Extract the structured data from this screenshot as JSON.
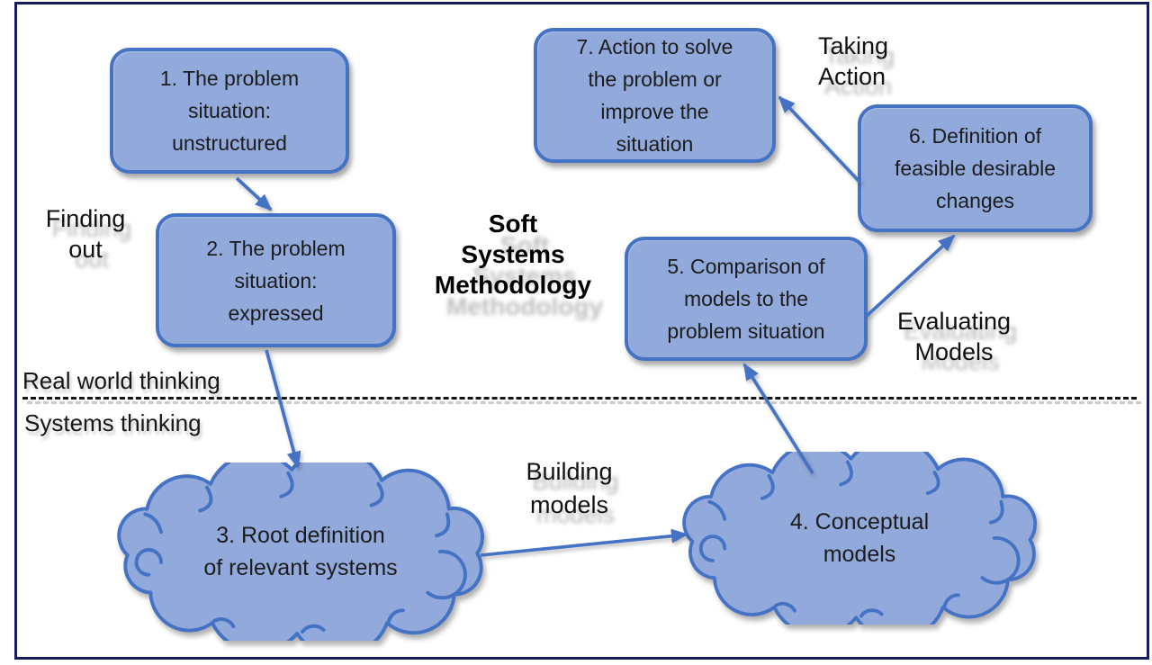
{
  "diagram_title_lines": [
    "Soft",
    "Systems",
    "Methodology"
  ],
  "nodes": [
    {
      "id": "1",
      "shape": "rounded-box",
      "lines": [
        "1. The problem",
        "situation:",
        "unstructured"
      ]
    },
    {
      "id": "2",
      "shape": "rounded-box",
      "lines": [
        "2. The problem",
        "situation:",
        "expressed"
      ]
    },
    {
      "id": "3",
      "shape": "cloud",
      "lines": [
        "3. Root definition",
        "of relevant systems"
      ]
    },
    {
      "id": "4",
      "shape": "cloud",
      "lines": [
        "4. Conceptual",
        "models"
      ]
    },
    {
      "id": "5",
      "shape": "rounded-box",
      "lines": [
        "5. Comparison of",
        "models to the",
        "problem situation"
      ]
    },
    {
      "id": "6",
      "shape": "rounded-box",
      "lines": [
        "6. Definition of",
        "feasible desirable",
        "changes"
      ]
    },
    {
      "id": "7",
      "shape": "rounded-box",
      "lines": [
        "7. Action to solve",
        "the problem or",
        "improve the",
        "situation"
      ]
    }
  ],
  "stage_labels": {
    "finding_out": {
      "lines": [
        "Finding",
        "out"
      ]
    },
    "taking_action": {
      "lines": [
        "Taking",
        "Action"
      ]
    },
    "evaluating_models": {
      "lines": [
        "Evaluating",
        "Models"
      ]
    },
    "building_models": {
      "lines": [
        "Building",
        "models"
      ]
    }
  },
  "boundary": {
    "above_line": "Real world thinking",
    "below_line": "Systems thinking"
  },
  "arrows": [
    {
      "from": "1",
      "to": "2"
    },
    {
      "from": "2",
      "to": "3"
    },
    {
      "from": "3",
      "to": "4"
    },
    {
      "from": "4",
      "to": "5"
    },
    {
      "from": "5",
      "to": "6"
    },
    {
      "from": "6",
      "to": "7"
    }
  ],
  "colors": {
    "node_fill": "#92a9dc",
    "node_border": "#4472c4",
    "arrow": "#4472c4",
    "frame_border": "#171c5e",
    "text": "#1c1c1c",
    "label_text": "#111111"
  }
}
